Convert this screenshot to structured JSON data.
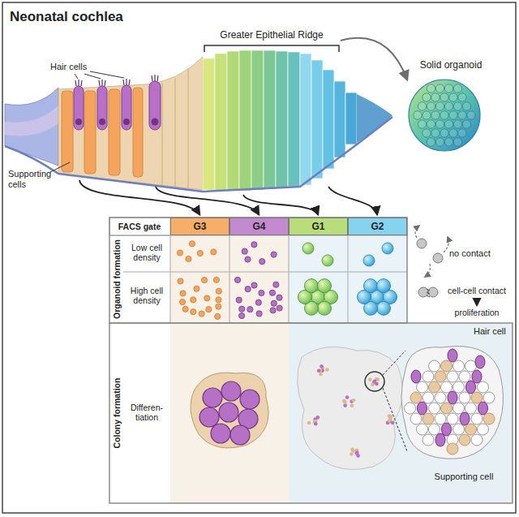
{
  "diagram": {
    "title": "Neonatal cochlea",
    "nodes": [
      {
        "text": [
          "G3"
        ]
      },
      {
        "text": [
          "G4"
        ]
      },
      {
        "text": [
          "G1"
        ]
      },
      {
        "text": [
          "G2"
        ]
      }
    ],
    "labels": [
      "Hair cells",
      "Greater Epithelial Ridge",
      "Solid organoid",
      "Supporting cells",
      "FACS gate",
      "no contact",
      "Low cell density",
      "Organoid formation",
      "High cell density",
      "cell-cell contact",
      "proliferation",
      "Colony formation",
      "Differen- tiation",
      "Hair cell",
      "Supporting cell"
    ]
  }
}
